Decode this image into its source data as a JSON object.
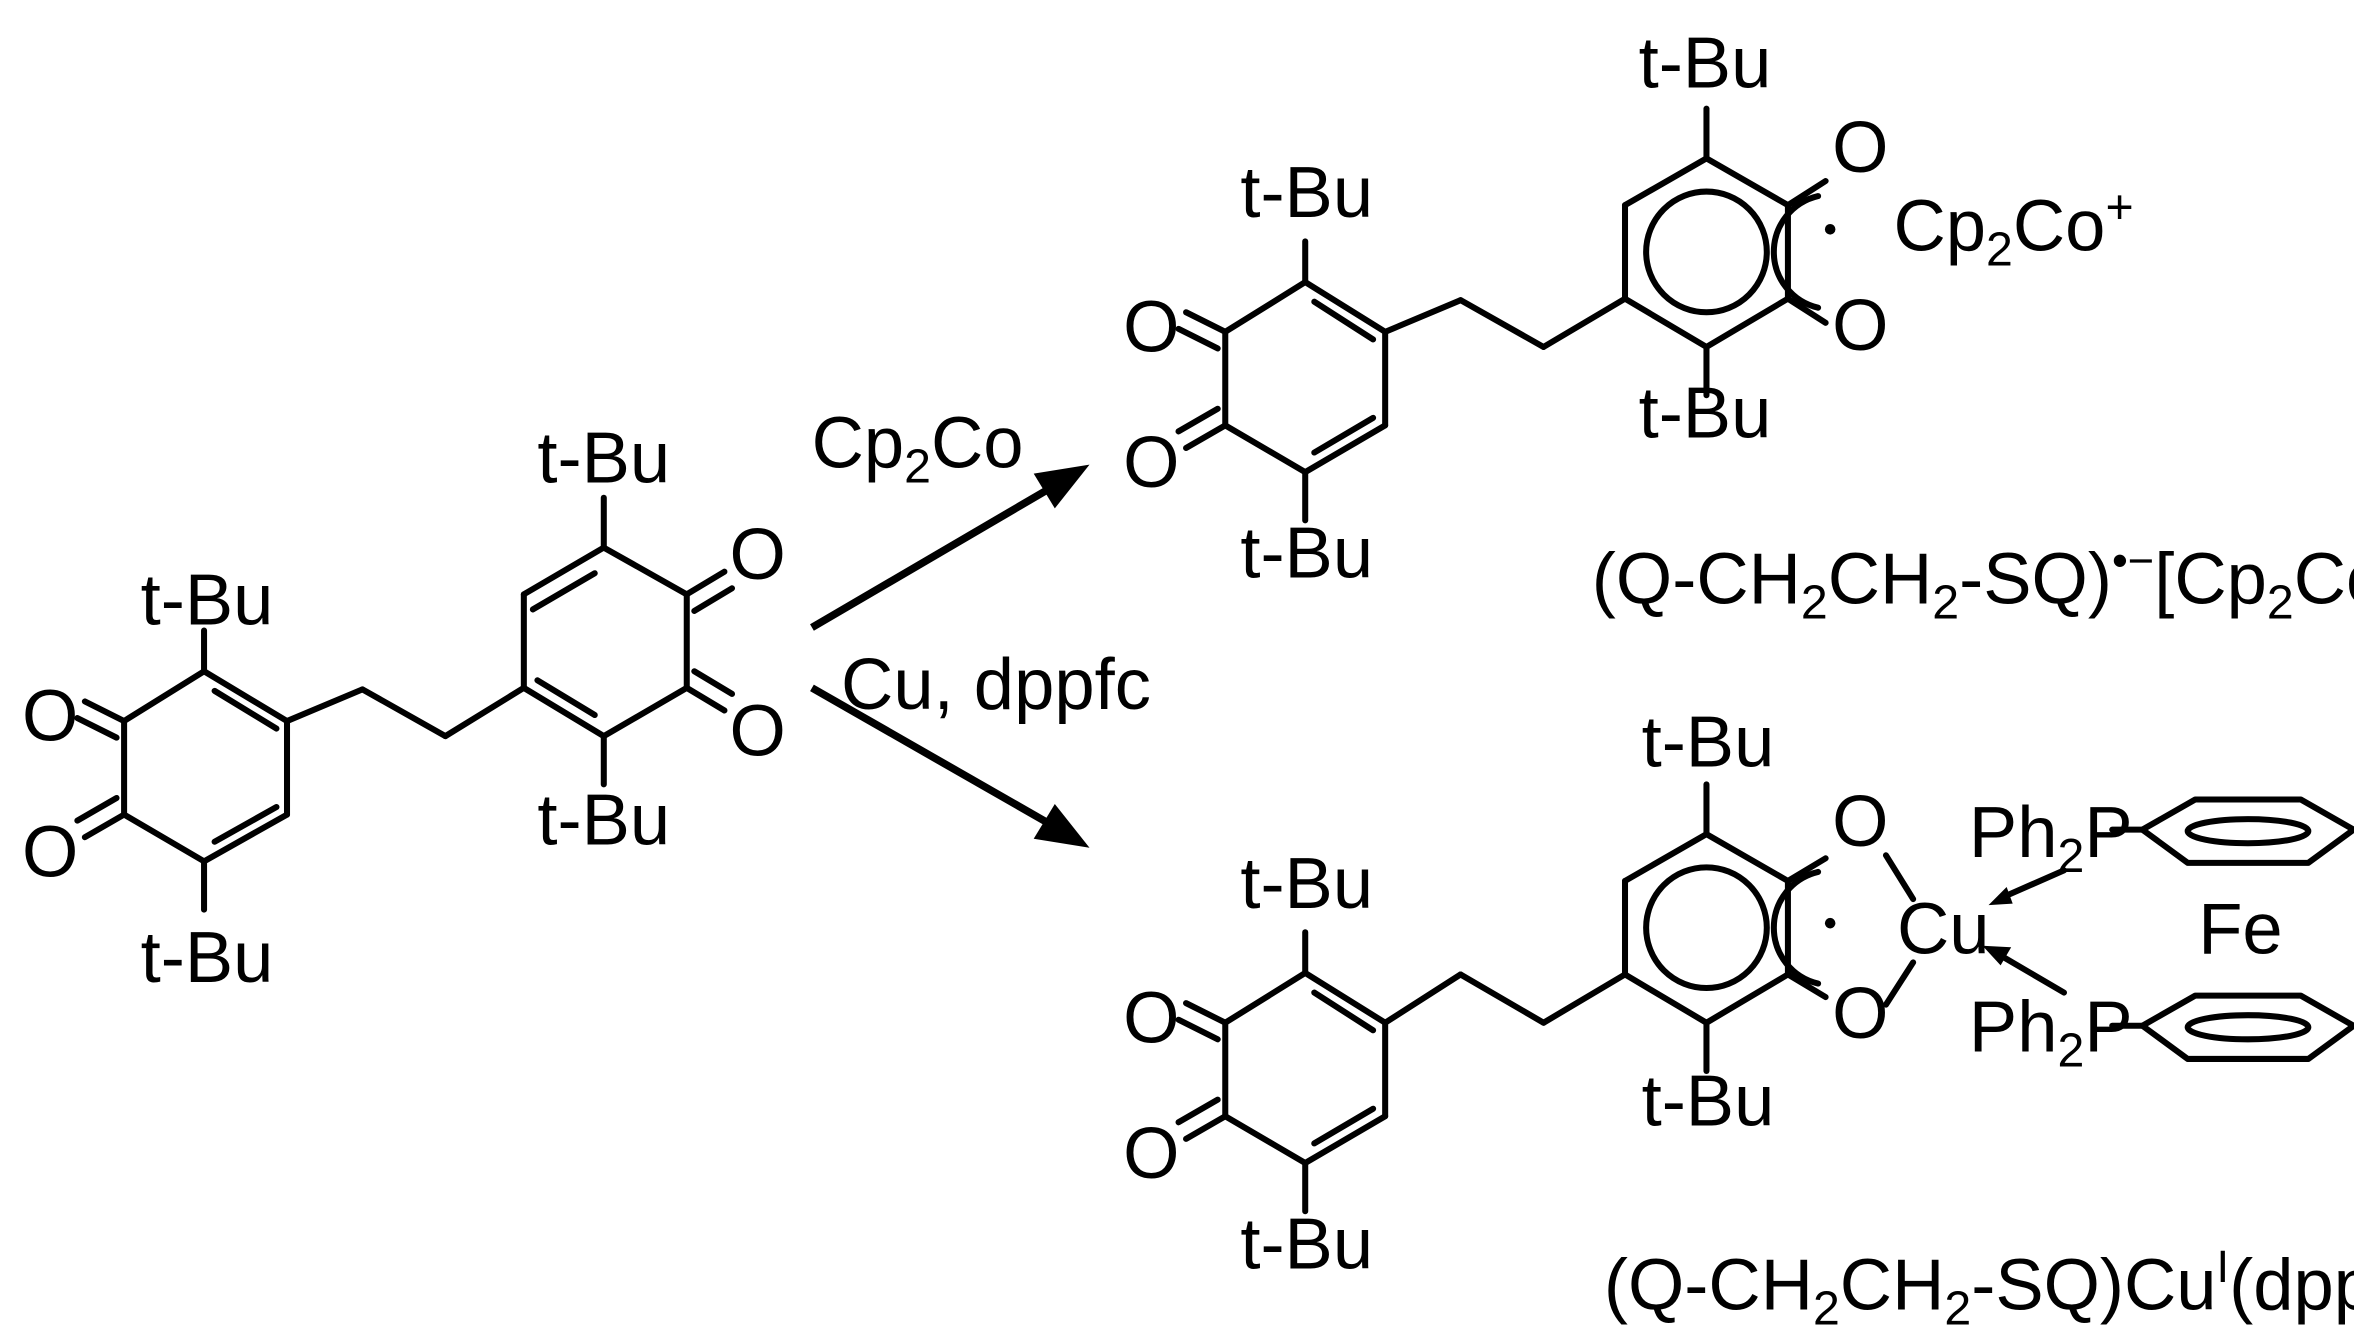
{
  "substituents": {
    "tbu": "t-Bu",
    "oxygen": "O",
    "radical_dot": "·"
  },
  "reactions": {
    "top_reagent_main": "Cp",
    "top_reagent_sub": "2",
    "top_reagent_tail": "Co",
    "bottom_reagent": "Cu, dppfc"
  },
  "counter_ion": {
    "main": "Cp",
    "sub": "2",
    "tail": "Co",
    "sup": "+"
  },
  "copper_complex": {
    "metal": "Cu",
    "iron": "Fe",
    "phosphine_main": "Ph",
    "phosphine_sub": "2",
    "phosphine_tail": "P"
  },
  "labels": {
    "top": {
      "p1": "(Q-CH",
      "s1": "2",
      "p2": "CH",
      "s2": "2",
      "p3": "-SQ)",
      "sup1": "•−",
      "p4": "[Cp",
      "s3": "2",
      "p5": "Co]",
      "sup2": "+"
    },
    "bottom": {
      "p1": "(Q-CH",
      "s1": "2",
      "p2": "CH",
      "s2": "2",
      "p3": "-SQ)Cu",
      "sup1": "I",
      "p4": "(dppfc)"
    }
  }
}
